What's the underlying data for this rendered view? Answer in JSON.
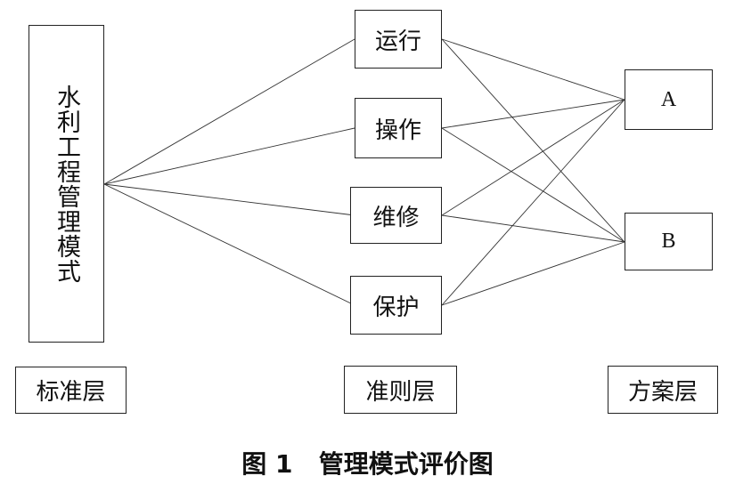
{
  "goal": "水利工程管理模式",
  "criteria": [
    "运行",
    "操作",
    "维修",
    "保护"
  ],
  "alternatives": [
    "A",
    "B"
  ],
  "layers": [
    "标准层",
    "准则层",
    "方案层"
  ],
  "caption": {
    "number": "图 1",
    "title": "管理模式评价图"
  }
}
